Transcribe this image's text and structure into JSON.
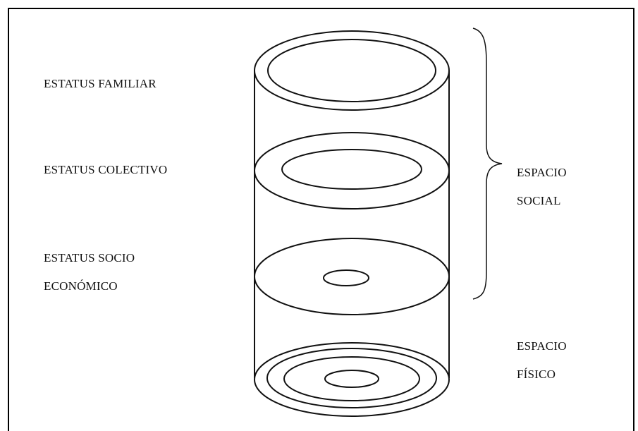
{
  "labels": {
    "familiar": "ESTATUS FAMILIAR",
    "colectivo": "ESTATUS COLECTIVO",
    "socio_line1": "ESTATUS SOCIO",
    "socio_line2": "ECONÓMICO",
    "social_line1": "ESPACIO",
    "social_line2": "SOCIAL",
    "fisico_line1": "ESPACIO",
    "fisico_line2": "FÍSICO"
  }
}
